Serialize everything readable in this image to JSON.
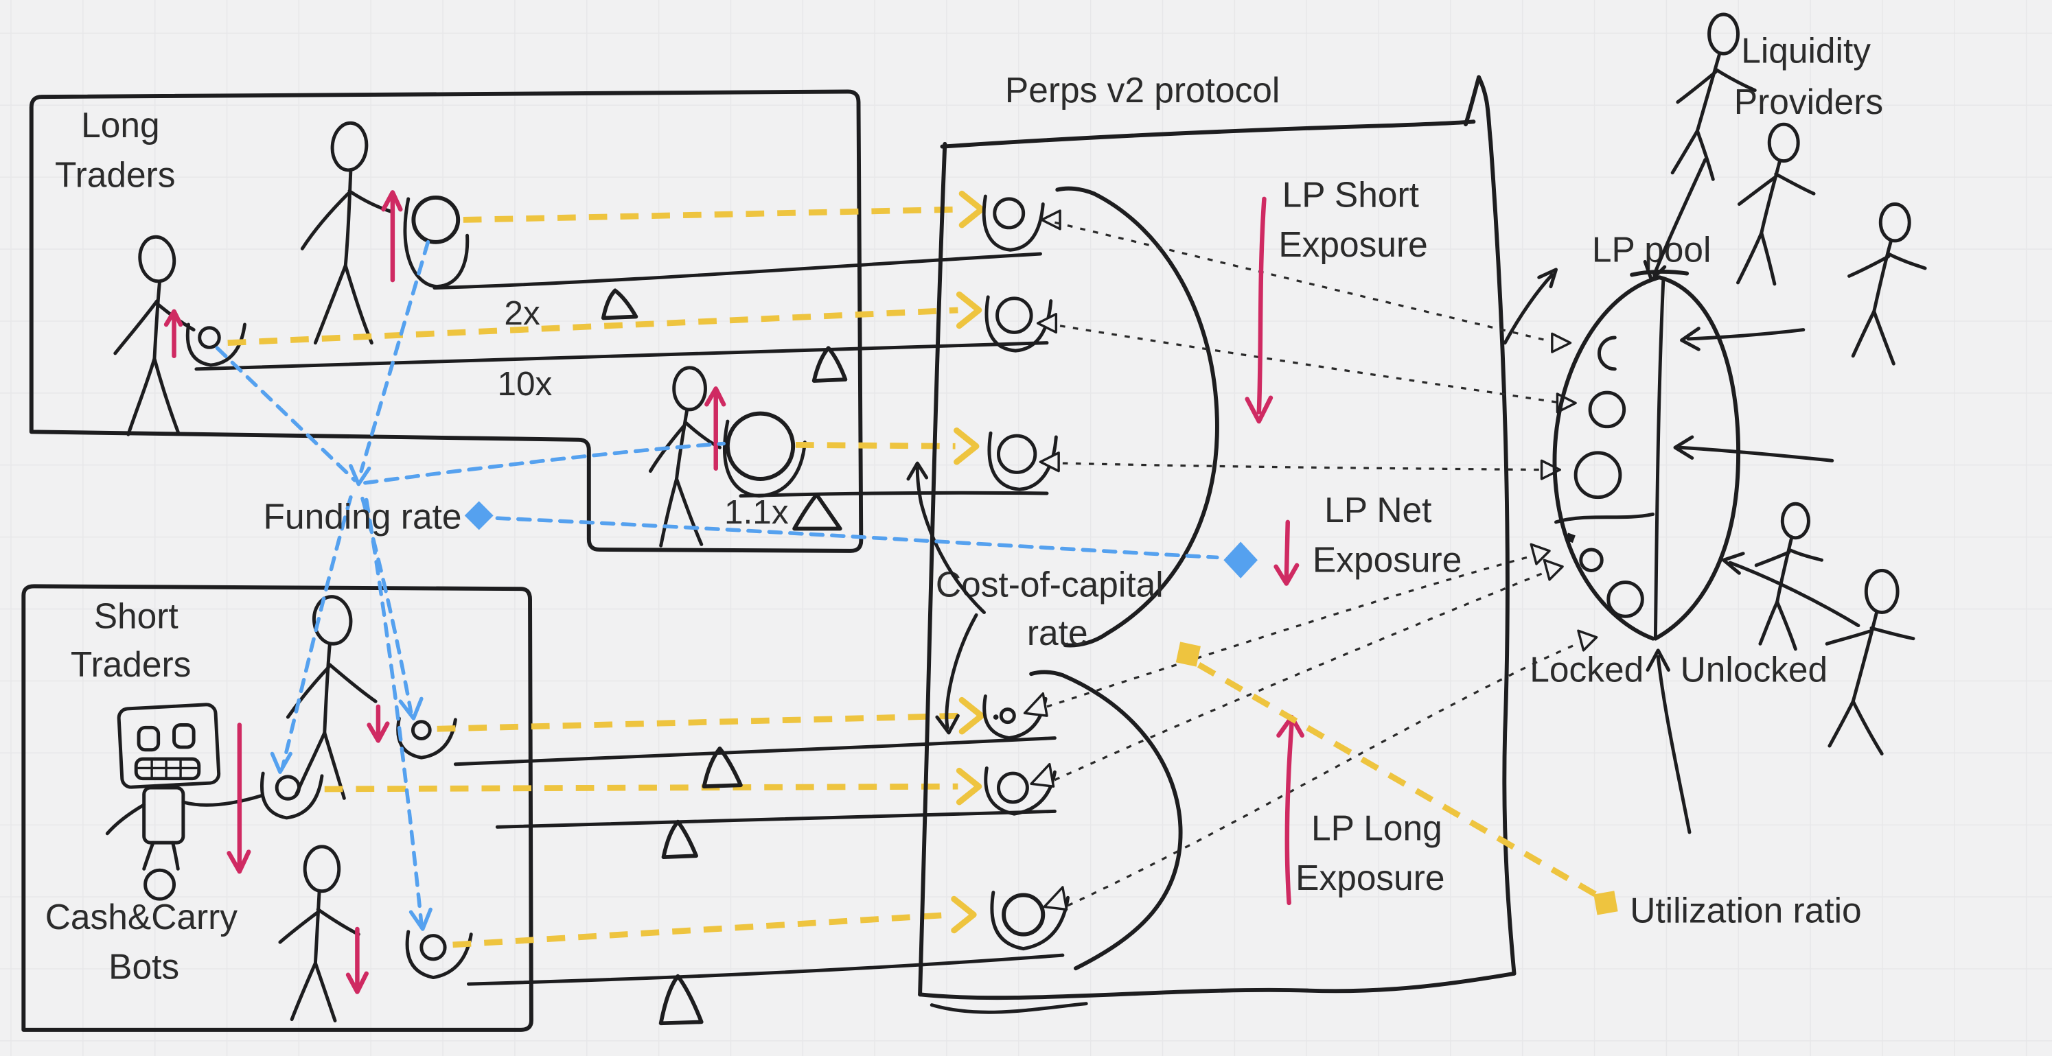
{
  "protocol": {
    "title": "Perps v2 protocol",
    "lp_short_line1": "LP Short",
    "lp_short_line2": "Exposure",
    "lp_net_line1": "LP Net",
    "lp_net_line2": "Exposure",
    "lp_long_line1": "LP Long",
    "lp_long_line2": "Exposure",
    "cost_line1": "Cost-of-capital",
    "cost_line2": "rate"
  },
  "long_box": {
    "line1": "Long",
    "line2": "Traders"
  },
  "short_box": {
    "line1": "Short",
    "line2": "Traders",
    "bots_line1": "Cash&Carry",
    "bots_line2": "Bots"
  },
  "leverages": {
    "x2": "2x",
    "x10": "10x",
    "x11": "1.1x"
  },
  "rates": {
    "funding": "Funding rate",
    "utilization": "Utilization ratio"
  },
  "pool": {
    "label": "LP pool",
    "locked": "Locked",
    "unlocked": "Unlocked"
  },
  "providers": {
    "line1": "Liquidity",
    "line2": "Providers"
  },
  "colors": {
    "background": "#f1f1f2",
    "grid": "#e7e7e9",
    "ink": "#1d1d1f",
    "collateral_yellow": "#eec43f",
    "funding_blue": "#55a1ef",
    "exposure_red": "#cf2a62"
  }
}
